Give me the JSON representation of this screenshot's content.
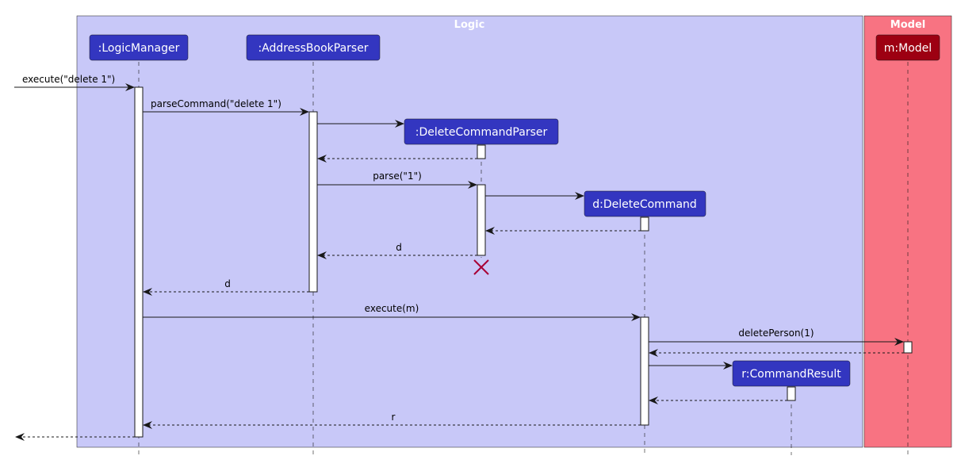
{
  "boxes": {
    "logic": {
      "title": "Logic",
      "color": "#c8c8f8"
    },
    "model": {
      "title": "Model",
      "color": "#f87382"
    }
  },
  "participants": {
    "logic_manager": {
      "label": ":LogicManager",
      "color": "#3336c0"
    },
    "address_book_parser": {
      "label": ":AddressBookParser",
      "color": "#3336c0"
    },
    "delete_command_parser": {
      "label": ":DeleteCommandParser",
      "color": "#3336c0"
    },
    "delete_command": {
      "label": "d:DeleteCommand",
      "color": "#3336c0"
    },
    "command_result": {
      "label": "r:CommandResult",
      "color": "#3336c0"
    },
    "model": {
      "label": "m:Model",
      "color": "#9d0012"
    }
  },
  "messages": {
    "execute_call": "execute(\"delete 1\")",
    "parse_command_call": "parseCommand(\"delete 1\")",
    "parse_call": "parse(\"1\")",
    "parse_return": "d",
    "parse_command_return": "d",
    "execute_m_call": "execute(m)",
    "delete_person_call": "deletePerson(1)",
    "result_return": "r"
  }
}
